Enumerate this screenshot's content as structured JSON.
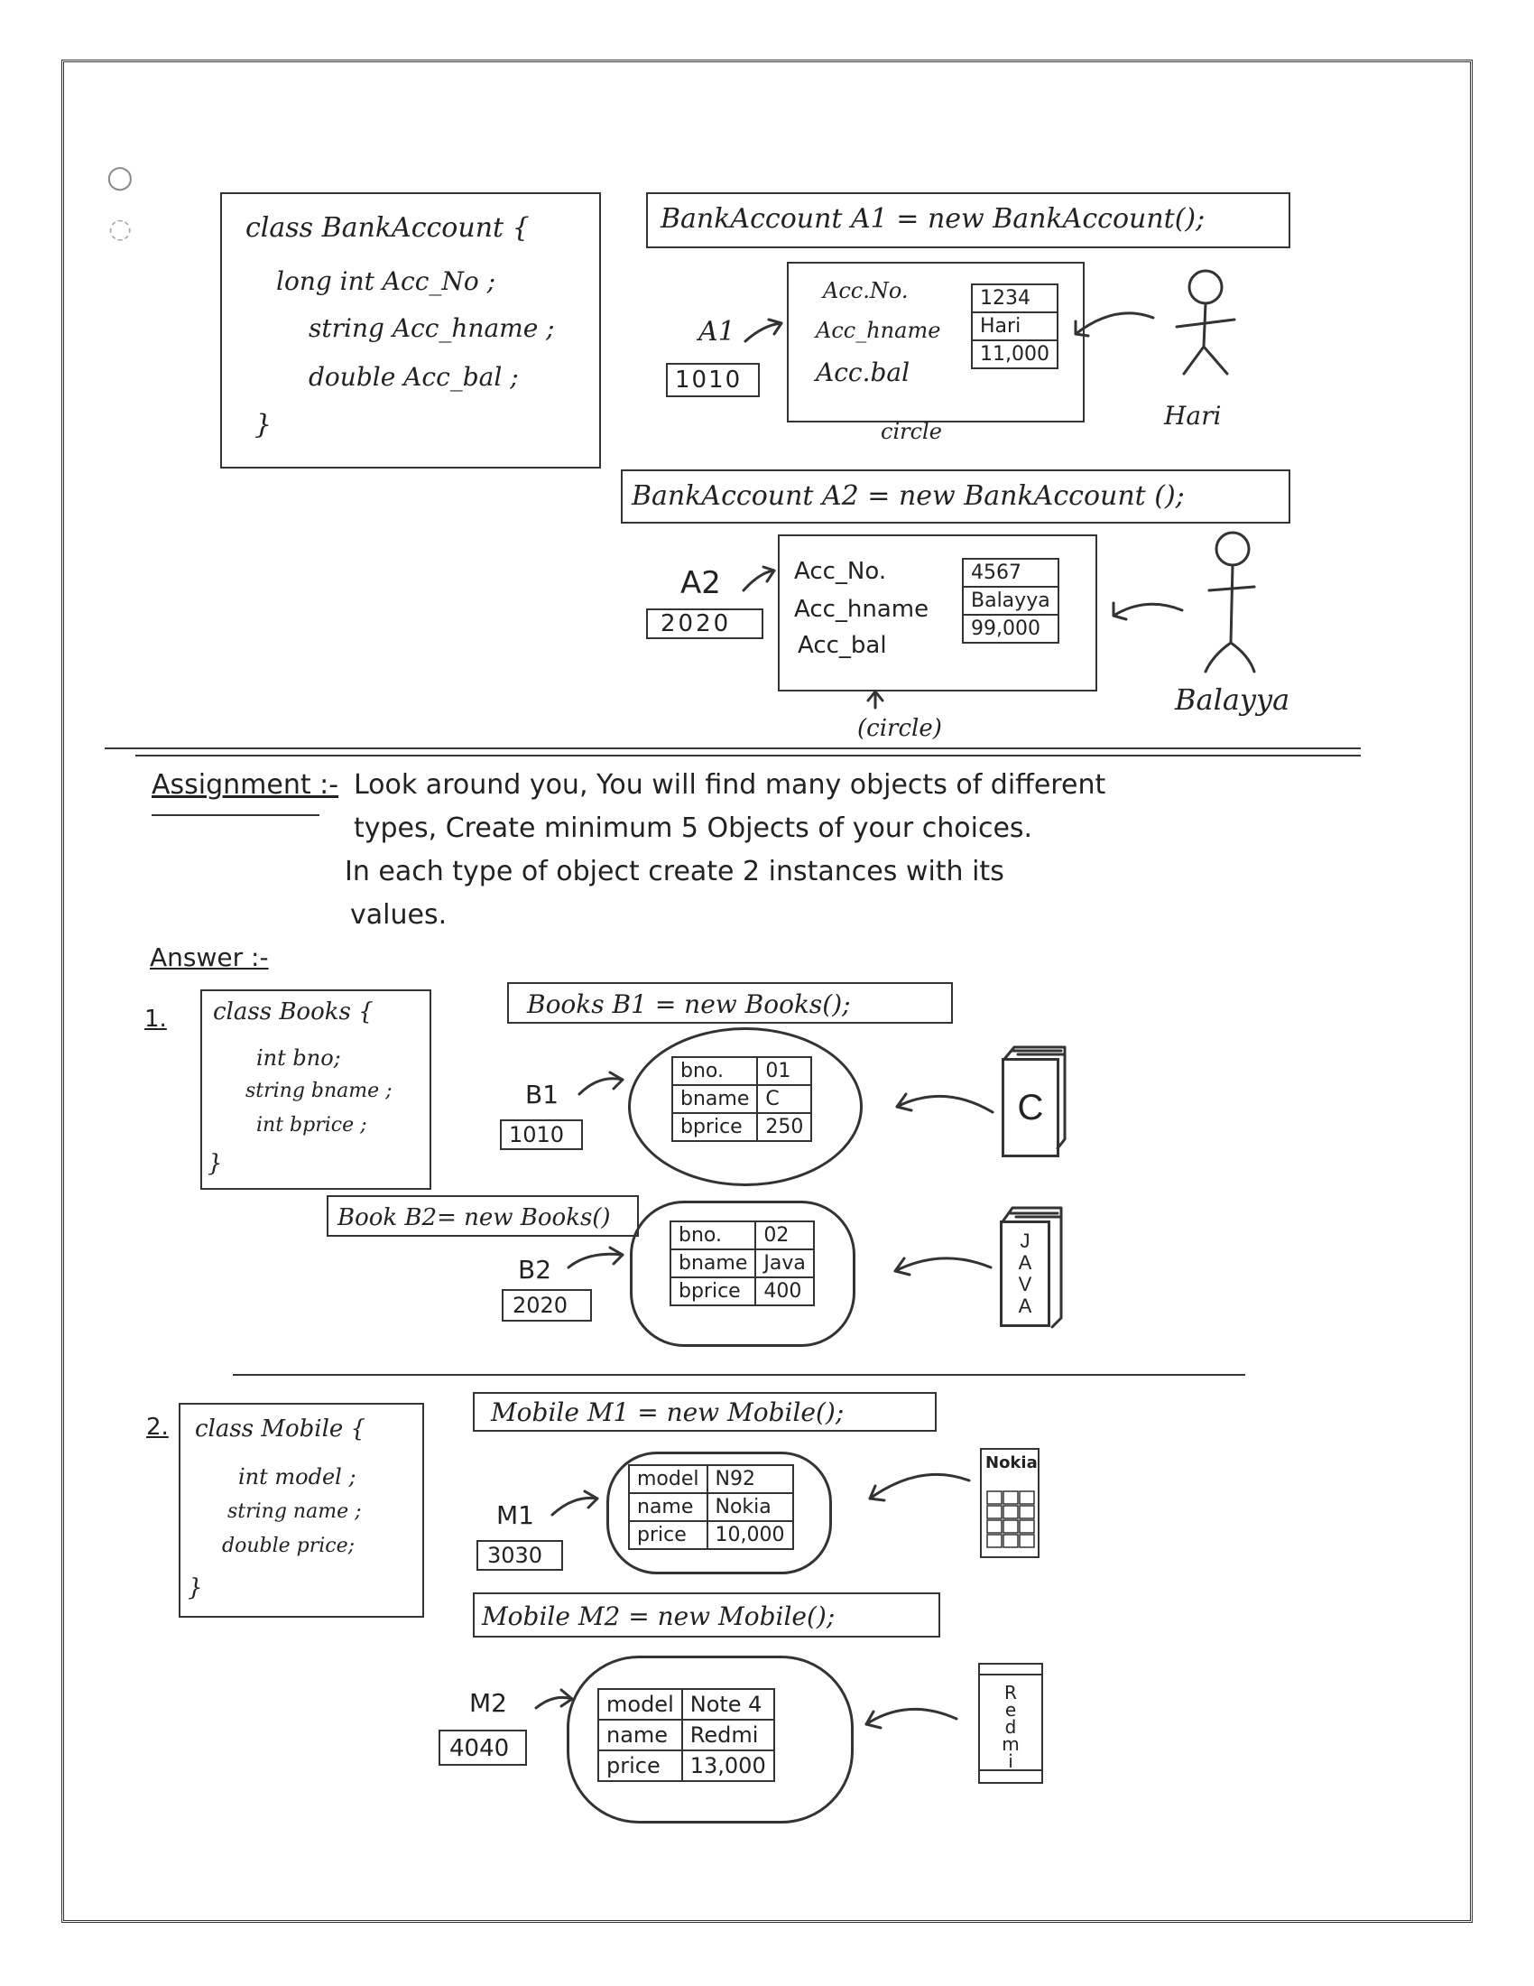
{
  "bank": {
    "class_lines": [
      "class BankAccount {",
      "long int Acc_No ;",
      "string Acc_hname ;",
      "double Acc_bal ;",
      "}"
    ],
    "a1": {
      "decl": "BankAccount A1 = new BankAccount();",
      "ref": "A1",
      "addr": "1010",
      "fields": [
        {
          "label": "Acc.No.",
          "value": "1234"
        },
        {
          "label": "Acc_hname",
          "value": "Hari"
        },
        {
          "label": "Acc.bal",
          "value": "11,000"
        }
      ],
      "caption": "circle",
      "person": "Hari"
    },
    "a2": {
      "decl": "BankAccount A2 = new BankAccount ();",
      "ref": "A2",
      "addr": "2020",
      "fields": [
        {
          "label": "Acc_No.",
          "value": "4567"
        },
        {
          "label": "Acc_hname",
          "value": "Balayya"
        },
        {
          "label": "Acc_bal",
          "value": "99,000"
        }
      ],
      "caption": "(circle)",
      "person": "Balayya"
    }
  },
  "assignment": {
    "label": "Assignment :-",
    "lines": [
      "Look around you, You will find many objects of different",
      "types, Create minimum 5 Objects of your choices.",
      "In each type of object create 2 instances with its",
      "values."
    ]
  },
  "answer": {
    "label": "Answer :-"
  },
  "books": {
    "num": "1.",
    "class_lines": [
      "class Books {",
      "int bno;",
      "string bname ;",
      "int bprice ;",
      "}"
    ],
    "b1": {
      "decl": "Books B1 = new Books();",
      "ref": "B1",
      "addr": "1010",
      "rows": [
        [
          "bno.",
          "01"
        ],
        [
          "bname",
          "C"
        ],
        [
          "bprice",
          "250"
        ]
      ],
      "icon_letter": "C"
    },
    "b2": {
      "decl": "Book B2= new Books()",
      "ref": "B2",
      "addr": "2020",
      "rows": [
        [
          "bno.",
          "02"
        ],
        [
          "bname",
          "Java"
        ],
        [
          "bprice",
          "400"
        ]
      ],
      "icon_letters": [
        "J",
        "A",
        "V",
        "A"
      ]
    }
  },
  "mobile": {
    "num": "2.",
    "class_lines": [
      "class Mobile {",
      "int model ;",
      "string name ;",
      "double price;",
      "}"
    ],
    "m1": {
      "decl": "Mobile M1 = new Mobile();",
      "ref": "M1",
      "addr": "3030",
      "rows": [
        [
          "model",
          "N92"
        ],
        [
          "name",
          "Nokia"
        ],
        [
          "price",
          "10,000"
        ]
      ],
      "brand": "Nokia"
    },
    "m2": {
      "decl": "Mobile M2 = new Mobile();",
      "ref": "M2",
      "addr": "4040",
      "rows": [
        [
          "model",
          "Note 4"
        ],
        [
          "name",
          "Redmi"
        ],
        [
          "price",
          "13,000"
        ]
      ],
      "brand_letters": [
        "R",
        "e",
        "d",
        "m",
        "i"
      ]
    }
  }
}
